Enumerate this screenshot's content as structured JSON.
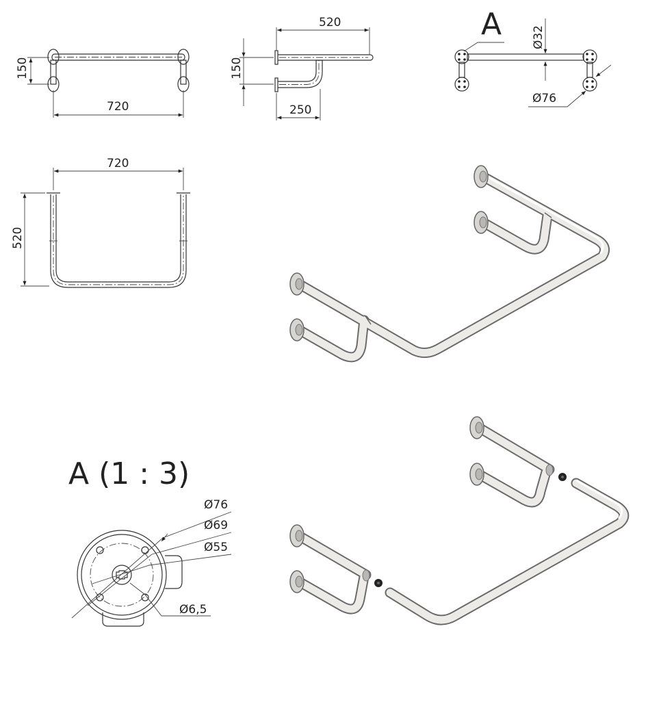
{
  "views": {
    "top": {
      "dim_width": "720",
      "dim_depth": "150"
    },
    "side": {
      "dim_length": "520",
      "dim_height": "150",
      "dim_offset": "250"
    },
    "view_a_ref": {
      "label": "A",
      "dim_tube": "Ø32",
      "dim_flange": "Ø76"
    },
    "front": {
      "dim_width": "720",
      "dim_depth": "520"
    },
    "detail_a": {
      "title": "A (1 : 3)",
      "dims": [
        "Ø76",
        "Ø69",
        "Ø55",
        "Ø6,5"
      ]
    }
  },
  "colors": {
    "line": "#333333",
    "tube": "#ecebe8",
    "tube_edge": "#6a6a6a",
    "connector": "#222222"
  }
}
